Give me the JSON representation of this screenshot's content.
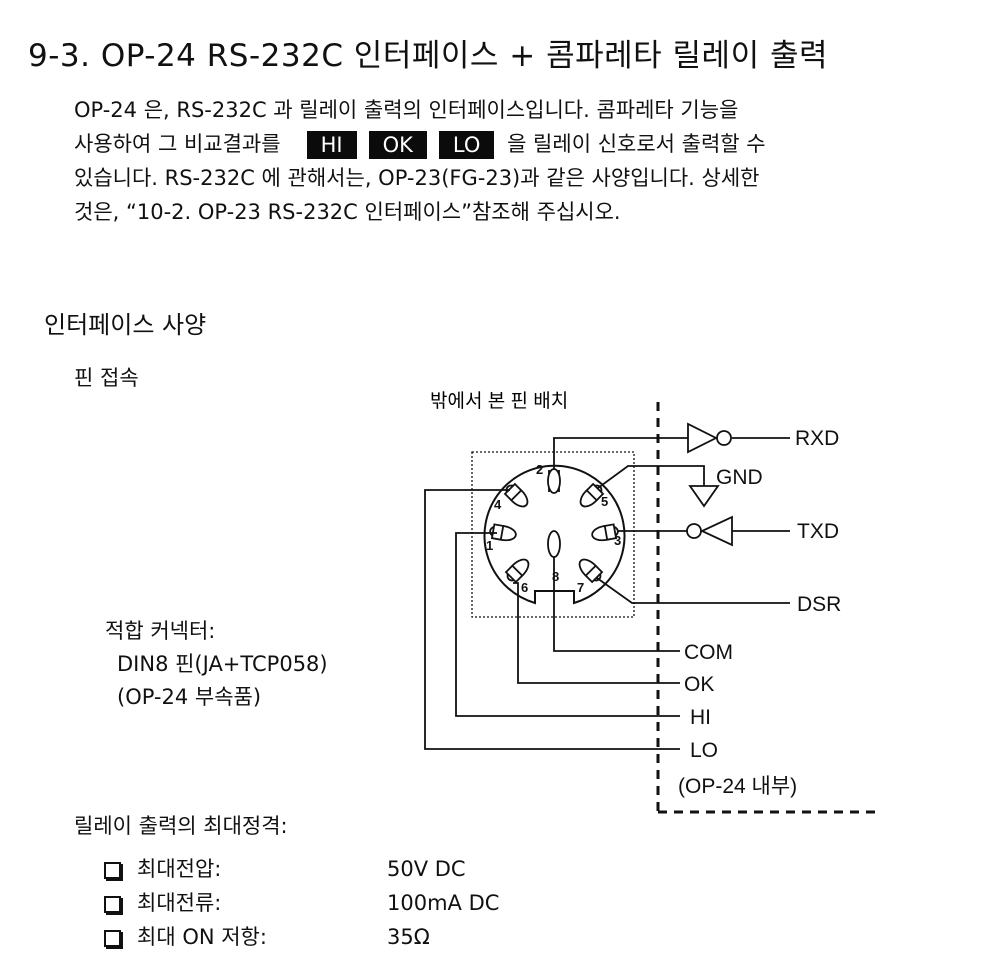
{
  "title": "9-3. OP-24 RS-232C 인터페이스 + 콤파레타 릴레이 출력",
  "intro": {
    "line1": "OP-24 은, RS-232C 과 릴레이 출력의 인터페이스입니다. 콤파레타 기능을",
    "line2_pre": "사용하여 그 비교결과를",
    "tag_hi": "HI",
    "tag_ok": "OK",
    "tag_lo": "LO",
    "line2_post": "을 릴레이 신호로서 출력할 수",
    "line3": "있습니다. RS-232C 에 관해서는, OP-23(FG-23)과 같은 사양입니다. 상세한",
    "line4": "것은, “10-2. OP-23 RS-232C 인터페이스”참조해 주십시오."
  },
  "section_title": "인터페이스 사양",
  "pin_heading": "핀 접속",
  "diagram": {
    "view_label": "밖에서 본 핀 배치",
    "pins": [
      "1",
      "2",
      "3",
      "4",
      "5",
      "6",
      "7",
      "8"
    ],
    "signals": {
      "rxd": "RXD",
      "gnd": "GND",
      "txd": "TXD",
      "dsr": "DSR",
      "com": "COM",
      "ok": "OK",
      "hi": "HI",
      "lo": "LO"
    },
    "internal_label": "(OP-24 내부)"
  },
  "connector": {
    "label": "적합 커넥터:",
    "model": "DIN8 핀(JA+TCP058)",
    "note": "(OP-24 부속품)"
  },
  "relay": {
    "heading": "릴레이 출력의 최대정격:",
    "specs": [
      {
        "label": "최대전압:",
        "value": "50V DC"
      },
      {
        "label": "최대전류:",
        "value": "100mA DC"
      },
      {
        "label": "최대 ON 저항:",
        "value": "35Ω"
      }
    ]
  }
}
